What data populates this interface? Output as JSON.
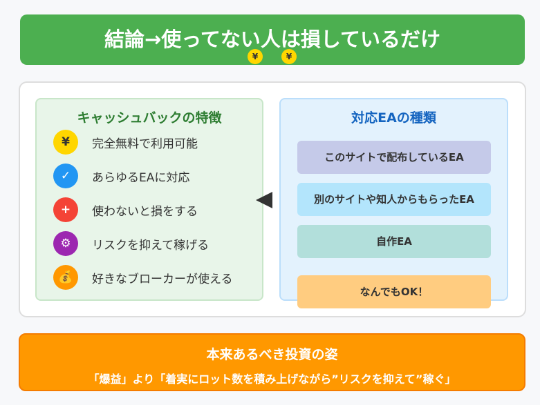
{
  "header": {
    "title": "結論→使ってない人は損しているだけ",
    "coin_symbol": "¥"
  },
  "features": {
    "heading": "キャッシュバックの特徴",
    "items": [
      {
        "icon": "yen-icon",
        "glyph": "¥",
        "color": "#ffd600",
        "label": "完全無料で利用可能"
      },
      {
        "icon": "check-icon",
        "glyph": "✓",
        "color": "#2196f3",
        "label": "あらゆるEAに対応"
      },
      {
        "icon": "plus-icon",
        "glyph": "+",
        "color": "#f44336",
        "label": "使わないと損をする"
      },
      {
        "icon": "gear-icon",
        "glyph": "⚙",
        "color": "#9c27b0",
        "label": "リスクを抑えて稼げる"
      },
      {
        "icon": "money-bags-icon",
        "glyph": "💰",
        "color": "#ff9800",
        "label": "好きなブローカーが使える"
      }
    ]
  },
  "ea_types": {
    "heading": "対応EAの種類",
    "items": [
      {
        "label": "このサイトで配布しているEA",
        "color": "#c5cae9"
      },
      {
        "label": "別のサイトや知人からもらったEA",
        "color": "#b3e5fc"
      },
      {
        "label": "自作EA",
        "color": "#b2dfdb"
      },
      {
        "label": "なんでもOK！",
        "color": "#ffcc80"
      }
    ]
  },
  "footer": {
    "line1": "本来あるべき投資の姿",
    "line2": "「爆益」より「着実にロット数を積み上げながら”リスクを抑えて”稼ぐ」"
  }
}
